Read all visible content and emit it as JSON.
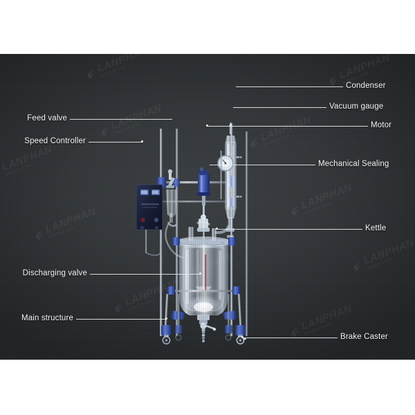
{
  "image": {
    "alt_title": "Jacketed glass reactor labeled parts diagram",
    "background_color": "#ffffff",
    "photo_background_color": "#34383b",
    "label_color": "#f2f3f4",
    "leader_color": "#e9eaec",
    "frame_accent_color": "#3b53a8"
  },
  "watermark": {
    "brand": "LANPHAN",
    "site": "lanphan.com",
    "icon": "swirl-logo-icon"
  },
  "callouts": {
    "left": [
      {
        "id": "feed-valve",
        "label": "Feed valve"
      },
      {
        "id": "speed-controller",
        "label": "Speed Controller"
      },
      {
        "id": "discharging-valve",
        "label": "Discharging valve"
      },
      {
        "id": "main-structure",
        "label": "Main structure"
      }
    ],
    "right": [
      {
        "id": "condenser",
        "label": "Condenser"
      },
      {
        "id": "vacuum-gauge",
        "label": "Vacuum gauge"
      },
      {
        "id": "motor",
        "label": "Motor"
      },
      {
        "id": "mechanical-sealing",
        "label": "Mechanical Sealing"
      },
      {
        "id": "kettle",
        "label": "Kettle"
      },
      {
        "id": "brake-caster",
        "label": "Brake Caster"
      }
    ]
  },
  "equipment": {
    "name": "Jacketed Glass Reactor",
    "parts": [
      "Condenser",
      "Vacuum gauge",
      "Motor",
      "Mechanical Sealing",
      "Kettle",
      "Brake Caster",
      "Feed valve",
      "Speed Controller",
      "Discharging valve",
      "Main structure"
    ]
  }
}
